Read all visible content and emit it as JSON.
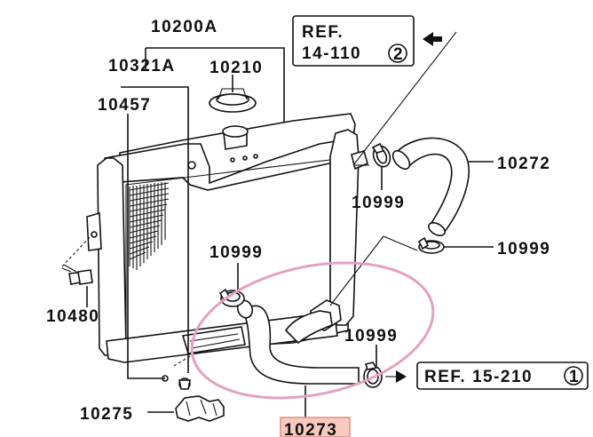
{
  "labels": {
    "radiator_assy": "10200A",
    "bracket": "10321A",
    "cap": "10210",
    "drain_cock": "10457",
    "upper_hose": "10272",
    "clamp_upper_top": "10999",
    "clamp_upper_bottom": "10999",
    "clamp_lower_top": "10999",
    "clamp_lower_bottom": "10999",
    "bolt": "10480",
    "insulator": "10275",
    "lower_hose": "10273"
  },
  "refs": {
    "ref_top_line1": "REF.",
    "ref_top_line2": "14-110",
    "ref_top_num": "2",
    "ref_bottom_text": "REF. 15-210",
    "ref_bottom_num": "1"
  },
  "colors": {
    "highlight_ellipse": "#e4a0c0",
    "highlight_box_fill": "#f7c9bf",
    "highlight_box_stroke": "#e09080",
    "line": "#111111",
    "paper": "#ffffff"
  }
}
